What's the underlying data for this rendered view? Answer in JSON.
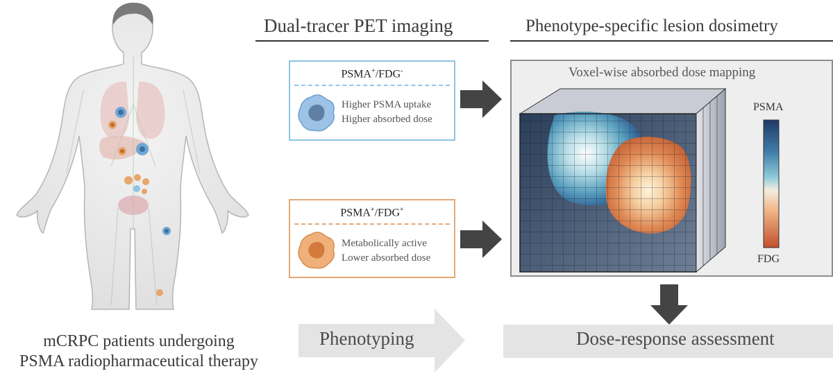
{
  "titles": {
    "left": "Dual-tracer PET imaging",
    "right": "Phenotype-specific lesion dosimetry"
  },
  "phenotype_blue": {
    "header_main": "PSMA",
    "header_sup1": "+",
    "header_mid": "/FDG",
    "header_sup2": "-",
    "line1": "Higher PSMA uptake",
    "line2": "Higher absorbed dose",
    "color": "#8fc4e4"
  },
  "phenotype_orange": {
    "header_main": "PSMA",
    "header_sup1": "+",
    "header_mid": "/FDG",
    "header_sup2": "+",
    "line1": "Metabolically active",
    "line2": "Lower absorbed dose",
    "color": "#e4a877"
  },
  "dose_panel": {
    "title": "Voxel-wise absorbed dose mapping",
    "scale_top": "PSMA",
    "scale_bottom": "FDG"
  },
  "bottom": {
    "phenotyping": "Phenotyping",
    "dose_response": "Dose-response assessment"
  },
  "caption": {
    "line1": "mCRPC patients undergoing",
    "line2": "PSMA radiopharmaceutical therapy"
  },
  "colors": {
    "psma_blue": "#6ea7d4",
    "fdg_orange": "#e39a5b",
    "arrow_dark": "#444444",
    "bar_gray": "#e4e4e4"
  }
}
